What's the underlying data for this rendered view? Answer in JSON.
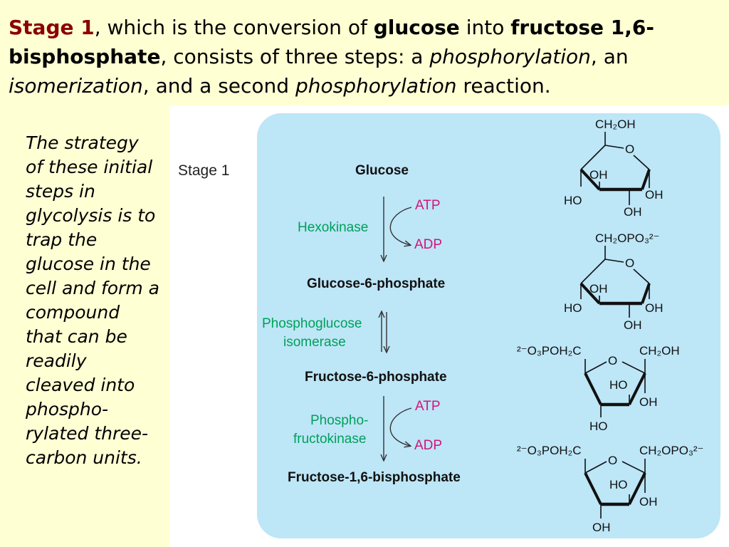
{
  "title": {
    "t1": "Stage 1",
    "t2": ", which is the conversion of ",
    "t3": "glucose",
    "t4": " into ",
    "t5": "fructose 1,6-bisphosphate",
    "t6": ", consists of three steps: a ",
    "t7": "phosphorylation",
    "t8": ", an ",
    "t9": "isomerization",
    "t10": ", and a second ",
    "t11": "phosphorylation",
    "t12": " reaction."
  },
  "note": "The strategy of these initial steps in glycolysis is to trap the glucose in the cell and form a compound that can be readily cleaved into phospho-rylated three-carbon units.",
  "figure": {
    "stage_label": "Stage 1",
    "compounds": [
      "Glucose",
      "Glucose-6-phosphate",
      "Fructose-6-phosphate",
      "Fructose-1,6-bisphosphate"
    ],
    "enzymes": {
      "hexokinase": "Hexokinase",
      "isomerase_1": "Phosphoglucose",
      "isomerase_2": "isomerase",
      "pfk_1": "Phospho-",
      "pfk_2": "fructokinase"
    },
    "cofactors": {
      "atp_1": "ATP",
      "adp_1": "ADP",
      "atp_2": "ATP",
      "adp_2": "ADP"
    },
    "structures": {
      "glucose": {
        "top": "CH₂OH",
        "o": "O",
        "oh_inner": "OH",
        "ho_left": "HO",
        "oh_right": "OH",
        "oh_bottom": "OH"
      },
      "g6p": {
        "top": "CH₂OPO₃²⁻",
        "o": "O",
        "oh_inner": "OH",
        "ho_left": "HO",
        "oh_right": "OH",
        "oh_bottom": "OH"
      },
      "f6p": {
        "left": "²⁻O₃POH₂C",
        "o": "O",
        "right": "CH₂OH",
        "ho_inner": "HO",
        "oh_right": "OH",
        "ho_bottom": "HO"
      },
      "f16bp": {
        "left": "²⁻O₃POH₂C",
        "o": "O",
        "right": "CH₂OPO₃²⁻",
        "ho_inner": "HO",
        "oh_right": "OH",
        "oh_bottom": "OH"
      }
    },
    "colors": {
      "panel": "#bde6f7",
      "enzyme": "#00a05a",
      "cofactor": "#d4147a",
      "stage_title": "#8b0000",
      "background": "#ffffd4"
    }
  }
}
